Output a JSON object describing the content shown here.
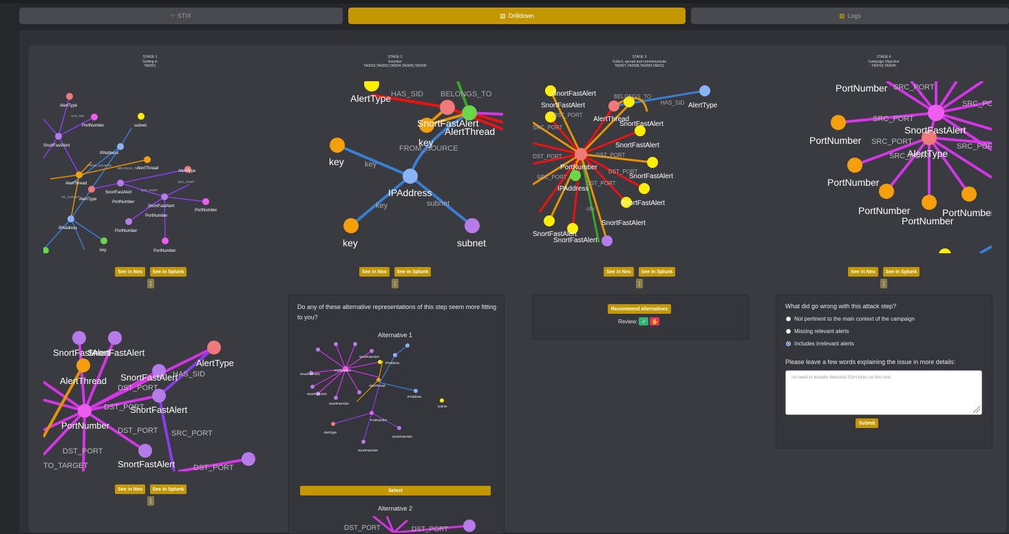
{
  "tabs": [
    {
      "label": "STIX",
      "icon": "fork-icon"
    },
    {
      "label": "Drilldown",
      "icon": "book-icon"
    },
    {
      "label": "Logs",
      "icon": "calendar-icon"
    }
  ],
  "stages": [
    {
      "title": "STAGE 1",
      "name": "Getting in",
      "tactics": "TA0001"
    },
    {
      "title": "STAGE 2",
      "name": "Exection",
      "tactics": "TA0002,TA0003,TA0004,TA0005,TA0006"
    },
    {
      "title": "STAGE 3",
      "name": "Collect, spread and commmunicate",
      "tactics": "TA0007,TA0008,TA0009,TA0011"
    },
    {
      "title": "STAGE 4",
      "name": "Campaign Objective",
      "tactics": "TA0010,TA0040"
    }
  ],
  "buttons": {
    "see_neo": "See in Neo",
    "see_splunk": "See in Splunk",
    "kebab": "⋮",
    "recommend": "Recommend alternatives",
    "select": "Select",
    "submit": "Submit"
  },
  "alternatives": {
    "question": "Do any of these alternative representations of this step seem more fitting to you?",
    "alt1": "Alternative 1",
    "alt2": "Alternative 2"
  },
  "review": {
    "label": "Review:",
    "accept_icon": "check-icon",
    "reject_icon": "thumbs-down-icon",
    "accept_color": "#2bb673",
    "reject_color": "#e8315a"
  },
  "feedback": {
    "question": "What did go wrong with this attack step?",
    "options": [
      {
        "label": "Not pertinent to the main context of the campaign",
        "selected": false
      },
      {
        "label": "Missing relevant alerts",
        "selected": false
      },
      {
        "label": "Includes irrelevant alerts",
        "selected": true
      }
    ],
    "details_label": "Please leave a few words explaining the issue in more details:",
    "textarea_placeholder": "no need to include detected SSH keys on this one"
  },
  "graph_labels": {
    "alert_type": "AlertType",
    "port_number": "PortNumber",
    "subnet": "subnet",
    "snort_fast_alert": "SnortFastAlert",
    "ip_address": "IPAddress",
    "alert_thread": "AlertThread",
    "key": "key",
    "has_sid": "HAS_SID",
    "belongs_to": "BELONGS_TO",
    "dst_port": "DST_PORT",
    "src_port": "SRC_PORT",
    "from_source": "FROM_SOURCE",
    "to_target": "TO_TARGET",
    "city": "city"
  },
  "colors": {
    "accent": "#c49700",
    "node_red": "#f07a7a",
    "node_yellow": "#ffee00",
    "node_orange": "#f5a00a",
    "node_blue": "#8ab4f8",
    "node_purple": "#b57be8",
    "node_magenta": "#ee5cf0",
    "node_green": "#6ad64a",
    "edge_blue": "#3a7fd6",
    "edge_red": "#e11",
    "edge_orange": "#e89400",
    "edge_magenta": "#d535e6",
    "edge_violet": "#8a3ef0",
    "edge_green": "#3aa52a"
  }
}
